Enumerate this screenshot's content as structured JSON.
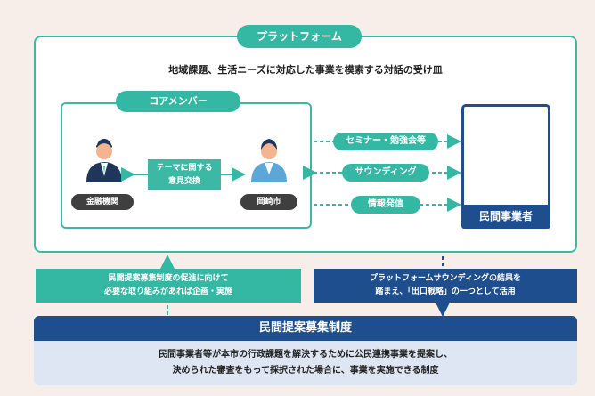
{
  "platform": {
    "title": "プラットフォーム",
    "subtitle": "地域課題、生活ニーズに対応した事業を模索する対話の受け皿"
  },
  "core_members": {
    "title": "コアメンバー",
    "financial_institution": "金融機関",
    "city": "岡崎市",
    "exchange_line1": "テーマに関する",
    "exchange_line2": "意見交換"
  },
  "channels": [
    "セミナー・勉強会等",
    "サウンディング",
    "情報発信"
  ],
  "private_business": "民間事業者",
  "notes": {
    "left_line1": "民間提案募集制度の促進に向けて",
    "left_line2": "必要な取り組みがあれば企画・実施",
    "right_line1": "プラットフォームサウンディングの結果を",
    "right_line2": "踏まえ、「出口戦略」の一つとして活用"
  },
  "system": {
    "title": "民間提案募集制度",
    "desc_line1": "民間事業者等が本市の行政課題を解決するために公民連携事業を提案し、",
    "desc_line2": "決められた審査をもって採択された場合に、事業を実施できる制度"
  },
  "colors": {
    "teal": "#35b8a3",
    "navy": "#1f4e8f",
    "background": "#f7eeea"
  }
}
